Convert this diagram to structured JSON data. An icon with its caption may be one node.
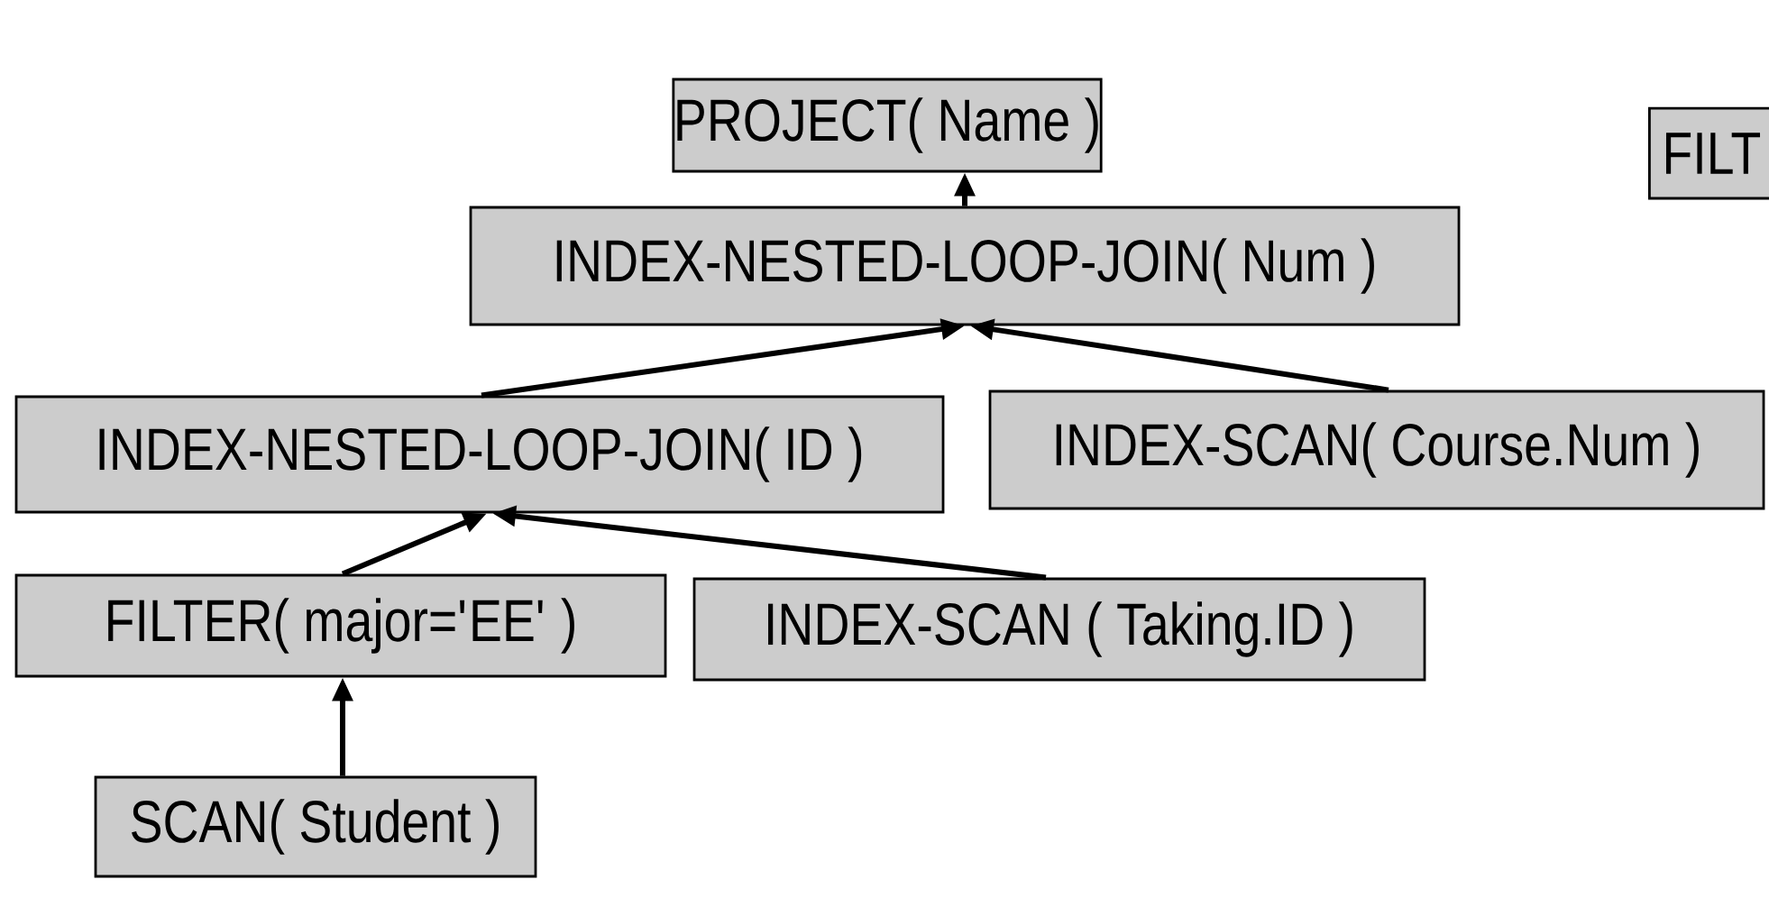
{
  "diagram": {
    "nodes": [
      {
        "text": [
          "PROJECT( Name )"
        ]
      },
      {
        "text": [
          "INDEX-NESTED-LOOP-JOIN( Num )"
        ]
      },
      {
        "text": [
          "INDEX-NESTED-LOOP-JOIN( ID )"
        ]
      },
      {
        "text": [
          "INDEX-SCAN( Course.Num )"
        ]
      },
      {
        "text": [
          "FILTER( major='EE' )"
        ]
      },
      {
        "text": [
          "INDEX-SCAN ( Taking.ID )"
        ]
      },
      {
        "text": [
          "SCAN( Student )"
        ]
      },
      {
        "text": [
          "FILT"
        ]
      }
    ],
    "edges": [
      {
        "from": 1,
        "to": 0,
        "arrow": "to"
      },
      {
        "from": 2,
        "to": 1,
        "arrow": "to"
      },
      {
        "from": 3,
        "to": 1,
        "arrow": "to"
      },
      {
        "from": 4,
        "to": 2,
        "arrow": "to"
      },
      {
        "from": 5,
        "to": 2,
        "arrow": "to"
      },
      {
        "from": 6,
        "to": 4,
        "arrow": "to"
      }
    ]
  }
}
